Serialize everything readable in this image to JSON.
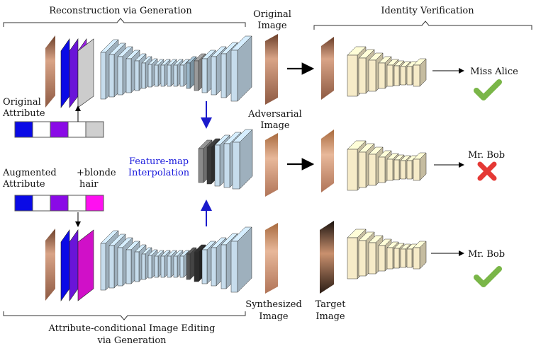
{
  "labels": {
    "reconstruction_title": "Reconstruction via Generation",
    "identity_title": "Identity Verification",
    "editing_title_line1": "Attribute-conditional Image Editing",
    "editing_title_line2": "via Generation",
    "original_image_line1": "Original",
    "original_image_line2": "Image",
    "adversarial_image_line1": "Adversarial",
    "adversarial_image_line2": "Image",
    "synthesized_image_line1": "Synthesized",
    "synthesized_image_line2": "Image",
    "target_image_line1": "Target",
    "target_image_line2": "Image",
    "original_attribute_line1": "Original",
    "original_attribute_line2": "Attribute",
    "augmented_attribute_line1": "Augmented",
    "augmented_attribute_line2": "Attribute",
    "blonde_line1": "+blonde",
    "blonde_line2": "hair",
    "feature_map_line1": "Feature-map",
    "feature_map_line2": "Interpolation"
  },
  "verification": [
    {
      "name": "Miss Alice",
      "result": "check-icon"
    },
    {
      "name": "Mr. Bob",
      "result": "cross-icon"
    },
    {
      "name": "Mr. Bob",
      "result": "check-icon"
    }
  ],
  "attribute_vectors": {
    "original": [
      "#0a0ae6",
      "#ffffff",
      "#8a0ae6",
      "#ffffff",
      "#cfcfcf"
    ],
    "augmented": [
      "#0a0ae6",
      "#ffffff",
      "#8a0ae6",
      "#ffffff",
      "#ff10f0"
    ]
  },
  "colors": {
    "encoder_block": "#c6dcec",
    "verifier_block": "#f6ebc8",
    "check": "#7ab648",
    "cross": "#e53935",
    "interp_arrow": "#1a1acc"
  }
}
